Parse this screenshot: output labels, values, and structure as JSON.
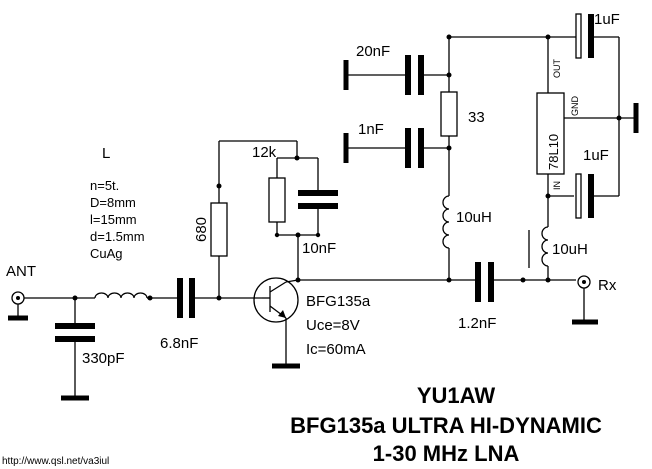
{
  "labels": {
    "ant": "ANT",
    "rx": "Rx",
    "coil_name": "L",
    "coil_specs": [
      "n=5t.",
      "D=8mm",
      "l=15mm",
      "d=1.5mm",
      "CuAg"
    ],
    "c_in_shunt": "330pF",
    "c_in_series": "6.8nF",
    "r_bias": "680",
    "r_feedback": "12k",
    "c_feedback": "10nF",
    "transistor": "BFG135a",
    "uce": "Uce=8V",
    "ic": "Ic=60mA",
    "c_20n": "20nF",
    "c_1n": "1nF",
    "r_33": "33",
    "l_choke1": "10uH",
    "c_out": "1.2nF",
    "l_choke2": "10uH",
    "c_1u_top": "1uF",
    "c_1u_bottom": "1uF",
    "reg_name": "78L10",
    "reg_out": "OUT",
    "reg_gnd": "GND",
    "reg_in": "IN"
  },
  "title": {
    "author": "YU1AW",
    "line1": "BFG135a ULTRA HI-DYNAMIC",
    "line2": "1-30 MHz LNA"
  },
  "url": "http://www.qsl.net/va3iul"
}
